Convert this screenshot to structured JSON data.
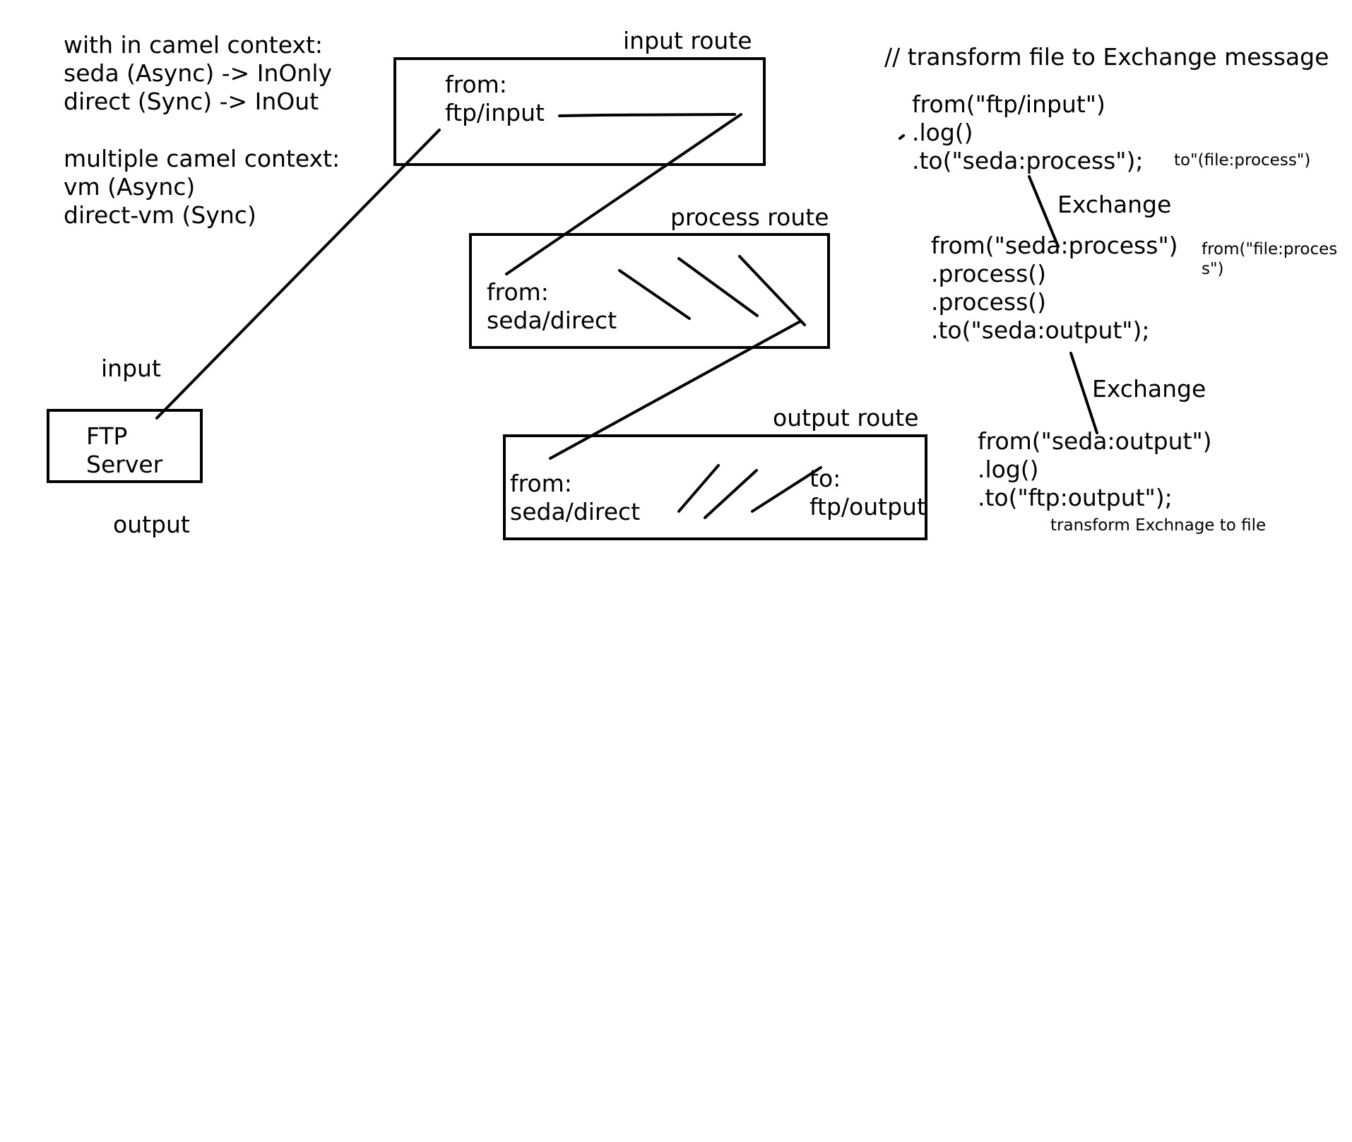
{
  "left_notes": {
    "within_context": [
      "with in camel context:",
      "seda (Async) -> InOnly",
      "direct (Sync) -> InOut"
    ],
    "multiple_context": [
      "multiple camel context:",
      "vm (Async)",
      "direct-vm (Sync)"
    ]
  },
  "ftp_server": {
    "input_label": "input",
    "output_label": "output",
    "lines": [
      "FTP",
      "Server"
    ]
  },
  "routes": {
    "input": {
      "title": "input route",
      "lines": [
        "from:",
        "ftp/input"
      ]
    },
    "process": {
      "title": "process route",
      "lines": [
        "from:",
        "seda/direct"
      ]
    },
    "output": {
      "title": "output route",
      "from_lines": [
        "from:",
        "seda/direct"
      ],
      "to_lines": [
        "to:",
        "ftp/output"
      ]
    }
  },
  "code": {
    "comment": "// transform file to Exchange message",
    "block1": [
      "from(\"ftp/input\")",
      ".log()",
      ".to(\"seda:process\");"
    ],
    "note_to": "to\"(file:process\")",
    "exchange1": "Exchange",
    "block2": [
      "from(\"seda:process\")",
      ".process()",
      ".process()",
      ".to(\"seda:output\");"
    ],
    "note_from": [
      "from(\"file:proces",
      "s\")"
    ],
    "exchange2": "Exchange",
    "block3": [
      "from(\"seda:output\")",
      ".log()",
      ".to(\"ftp:output\");"
    ],
    "note_transform": "transform Exchnage to file"
  }
}
